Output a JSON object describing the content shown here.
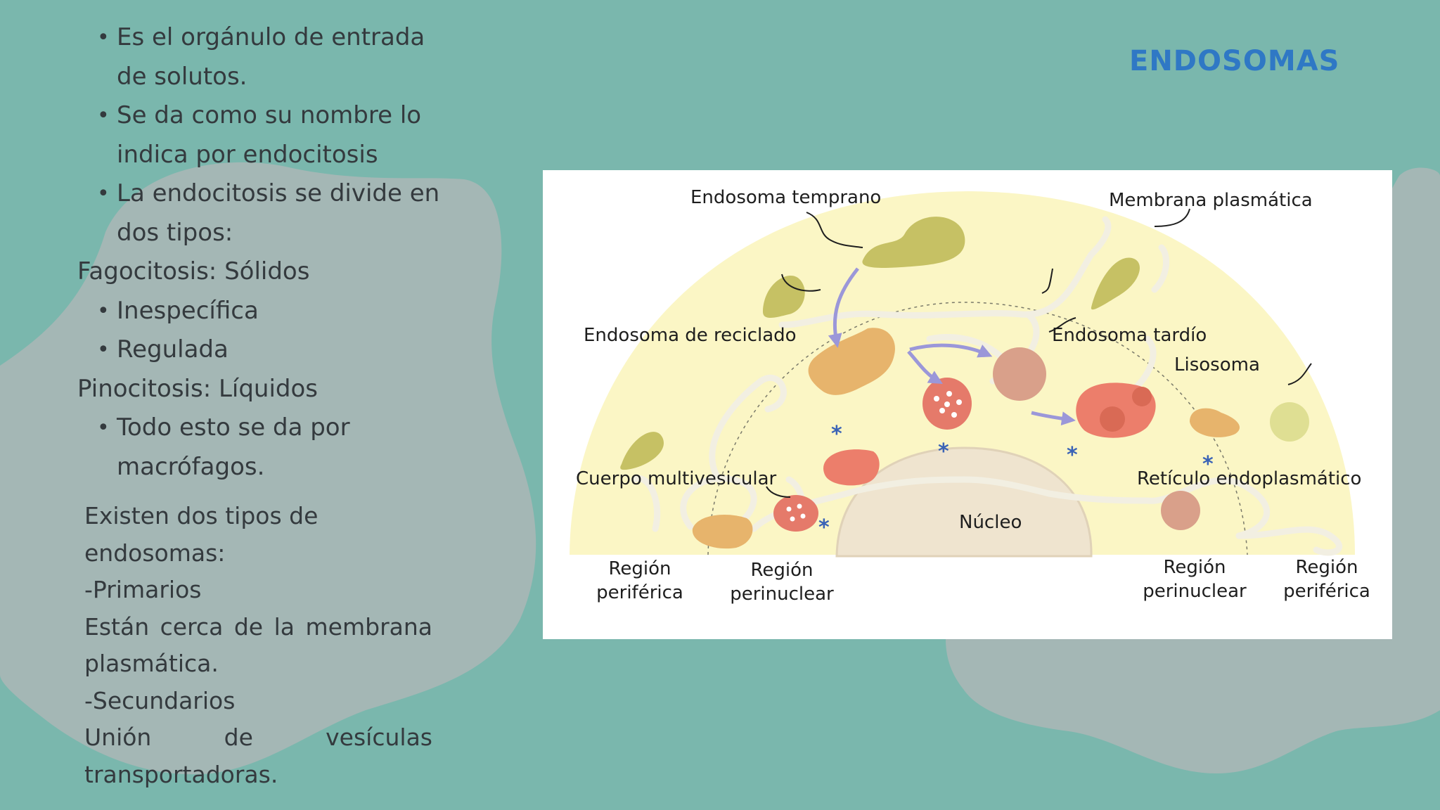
{
  "title": "ENDOSOMAS",
  "colors": {
    "background": "#7ab7ad",
    "blob": "#a4b7b5",
    "title": "#2f78c5",
    "text": "#343a3e",
    "cytoplasm": "#fbf6c5",
    "nucleus": "#efe4cf",
    "early_endosome": "#c6c164",
    "recycling_endosome": "#e7b46c",
    "late_endosome": "#d9a08a",
    "lysosome": "#ec7e6b",
    "arrow": "#9b97d9",
    "asterisk": "#3a63b6"
  },
  "bullets_top": [
    "Es el orgánulo de entrada de solutos.",
    "Se da como su nombre lo indica por endocitosis",
    "La endocitosis se divide en dos tipos:"
  ],
  "fagocitosis": {
    "heading": "Fagocitosis: Sólidos",
    "items": [
      "Inespecífica",
      "Regulada"
    ]
  },
  "pinocitosis": {
    "heading": "Pinocitosis: Líquidos",
    "items": [
      "Todo esto se da por macrófagos."
    ]
  },
  "endosome_types": {
    "intro": "Existen dos tipos de endosomas:",
    "primarios_label": "-Primarios",
    "primarios_desc_line1": "Están cerca de la membrana",
    "primarios_desc_line2": "plasmática.",
    "secundarios_label": "-Secundarios",
    "secundarios_desc_line1": "Unión de vesículas",
    "secundarios_desc_line2": "transportadoras."
  },
  "diagram": {
    "labels": {
      "endosoma_temprano": "Endosoma temprano",
      "membrana_plasmatica": "Membrana plasmática",
      "endosoma_reciclado": "Endosoma de reciclado",
      "endosoma_tardio": "Endosoma tardío",
      "lisosoma": "Lisosoma",
      "cuerpo_multivesicular": "Cuerpo multivesicular",
      "reticulo": "Retículo endoplasmático",
      "nucleo": "Núcleo"
    },
    "regions": {
      "left_periferica_1": "Región",
      "left_periferica_2": "periférica",
      "left_perinuclear_1": "Región",
      "left_perinuclear_2": "perinuclear",
      "right_perinuclear_1": "Región",
      "right_perinuclear_2": "perinuclear",
      "right_periferica_1": "Región",
      "right_periferica_2": "periférica"
    },
    "icons": [
      "asterisk-icon",
      "arrow-icon"
    ]
  }
}
